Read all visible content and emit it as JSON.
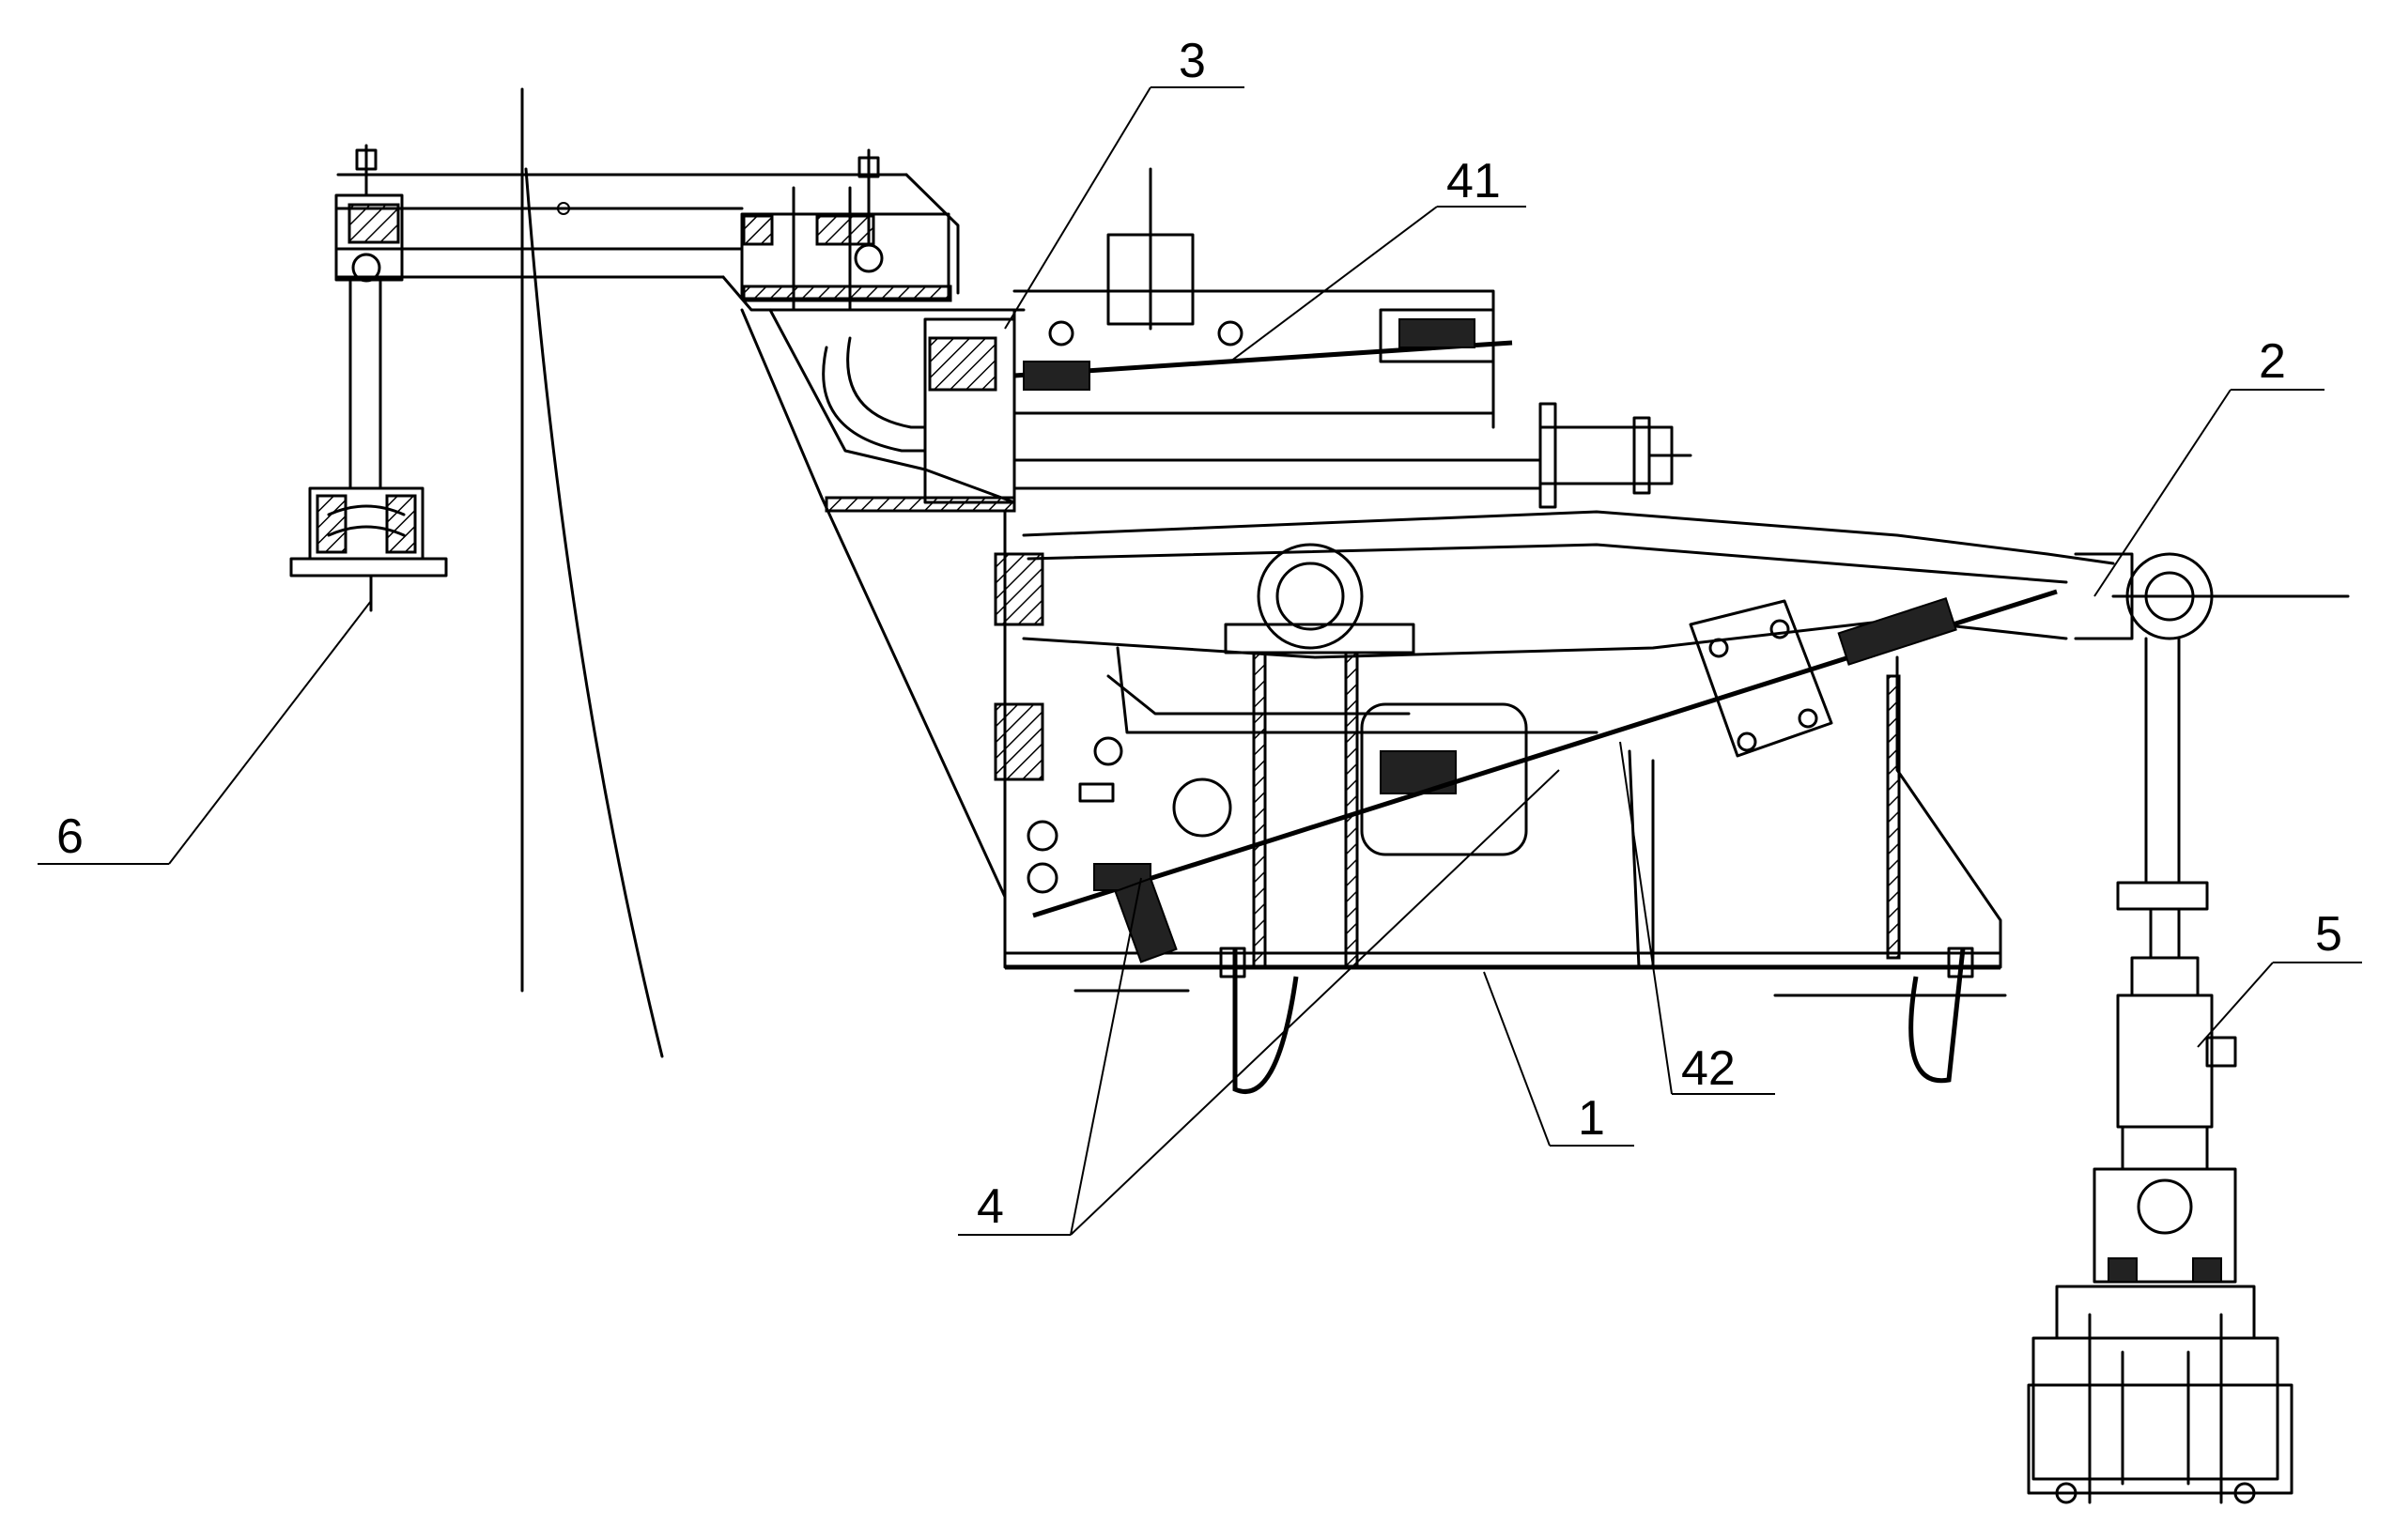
{
  "callouts": {
    "c1": "1",
    "c2": "2",
    "c3": "3",
    "c4": "4",
    "c5": "5",
    "c6": "6",
    "c41": "41",
    "c42": "42"
  }
}
